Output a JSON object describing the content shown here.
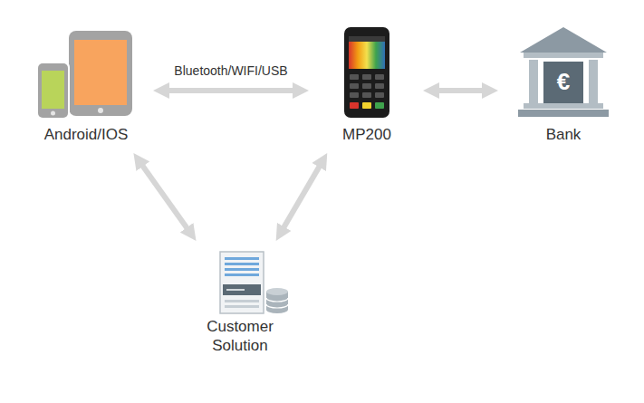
{
  "diagram": {
    "nodes": [
      {
        "text": [
          "Android/IOS"
        ]
      },
      {
        "text": [
          "MP200"
        ]
      },
      {
        "text": [
          "Bank"
        ]
      },
      {
        "text": [
          "Customer Solution"
        ]
      }
    ],
    "edges": [
      {
        "from": 0,
        "to": 1,
        "label": "Bluetooth/WIFI/USB",
        "arrow": "both"
      },
      {
        "from": 1,
        "to": 2,
        "arrow": "both"
      },
      {
        "from": 0,
        "to": 3,
        "arrow": "both"
      },
      {
        "from": 1,
        "to": 3,
        "arrow": "both"
      }
    ],
    "labels": [
      "€"
    ]
  }
}
